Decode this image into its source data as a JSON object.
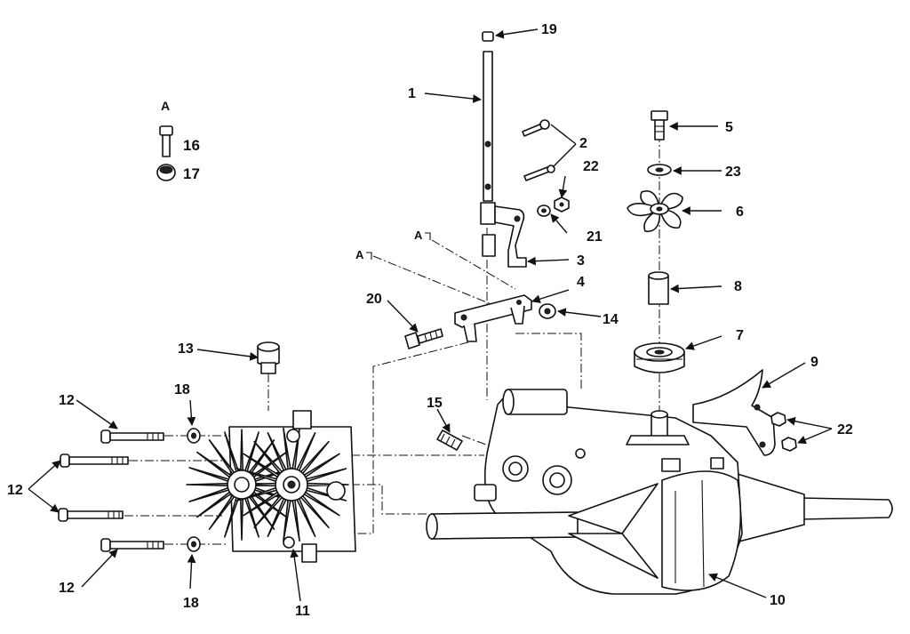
{
  "diagram": {
    "callouts": {
      "c1": "1",
      "c2": "2",
      "c3": "3",
      "c4": "4",
      "c5": "5",
      "c6": "6",
      "c7": "7",
      "c8": "8",
      "c9": "9",
      "c10": "10",
      "c11": "11",
      "c12a": "12",
      "c12b": "12",
      "c12c": "12",
      "c13": "13",
      "c14": "14",
      "c15": "15",
      "c16": "16",
      "c17": "17",
      "c18a": "18",
      "c18b": "18",
      "c19": "19",
      "c20": "20",
      "c21": "21",
      "c22a": "22",
      "c22b": "22",
      "c23": "23"
    },
    "detail_marks": {
      "detail_a": "A",
      "ref_a_upper": "A",
      "ref_a_lower": "A"
    }
  }
}
